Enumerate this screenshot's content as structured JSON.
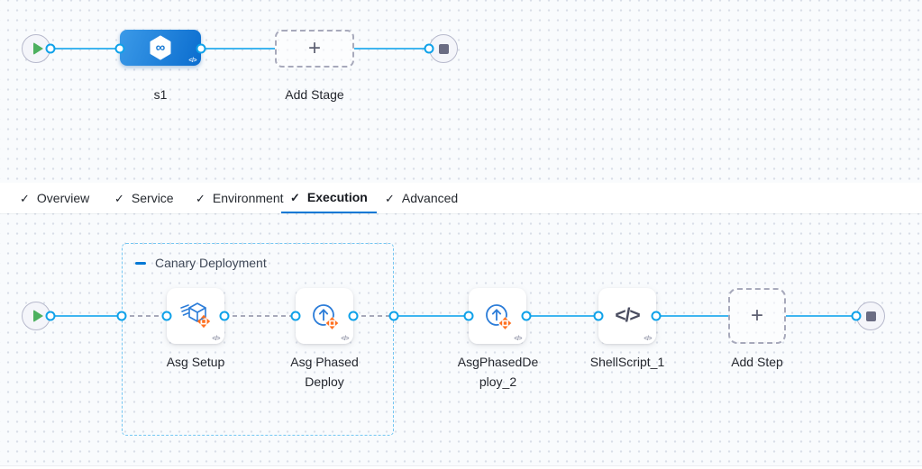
{
  "glyphs": {
    "check": "✓",
    "plus": "+",
    "infinity": "∞",
    "code_badge": "</>",
    "shell_code": "</>"
  },
  "colors": {
    "accent_blue": "#0278d5",
    "connector_blue": "#3fb5f0",
    "port_ring_blue": "#0ea1e9",
    "stage_gradient_start": "#3b9ae8",
    "stage_gradient_end": "#0d6fd0",
    "step_icon_blue": "#2b7cd8",
    "move_cross_orange": "#ff7020",
    "play_green": "#4db05f",
    "stop_gray": "#6a6c83",
    "group_border_blue": "#74c6f2"
  },
  "stage_canvas": {
    "stage_label": "s1",
    "add_stage_label": "Add Stage"
  },
  "tab_bar": {
    "active_tab": "Execution",
    "tabs": [
      {
        "label": "Overview",
        "checked": true
      },
      {
        "label": "Service",
        "checked": true
      },
      {
        "label": "Environment",
        "checked": true
      },
      {
        "label": "Execution",
        "checked": true
      },
      {
        "label": "Advanced",
        "checked": true
      }
    ]
  },
  "execution_canvas": {
    "group_label": "Canary Deployment",
    "steps": [
      {
        "name": "Asg Setup"
      },
      {
        "name": "Asg Phased Deploy"
      },
      {
        "name": "AsgPhasedDeploy_2"
      },
      {
        "name": "ShellScript_1"
      }
    ],
    "add_step_label": "Add Step"
  }
}
